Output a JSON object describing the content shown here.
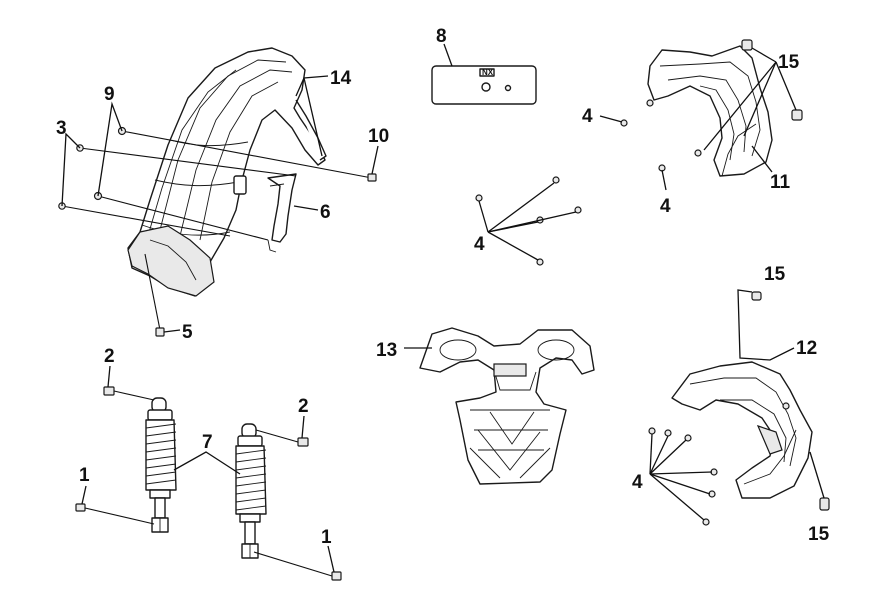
{
  "callouts": {
    "c1a": "1",
    "c1b": "1",
    "c2a": "2",
    "c2b": "2",
    "c3": "3",
    "c4a": "4",
    "c4b": "4",
    "c4c": "4",
    "c4d": "4",
    "c5": "5",
    "c6": "6",
    "c7": "7",
    "c8": "8",
    "c9": "9",
    "c10": "10",
    "c11": "11",
    "c12": "12",
    "c13": "13",
    "c14": "14",
    "c15a": "15",
    "c15b": "15",
    "c15c": "15"
  },
  "label_plate_text": "NX"
}
